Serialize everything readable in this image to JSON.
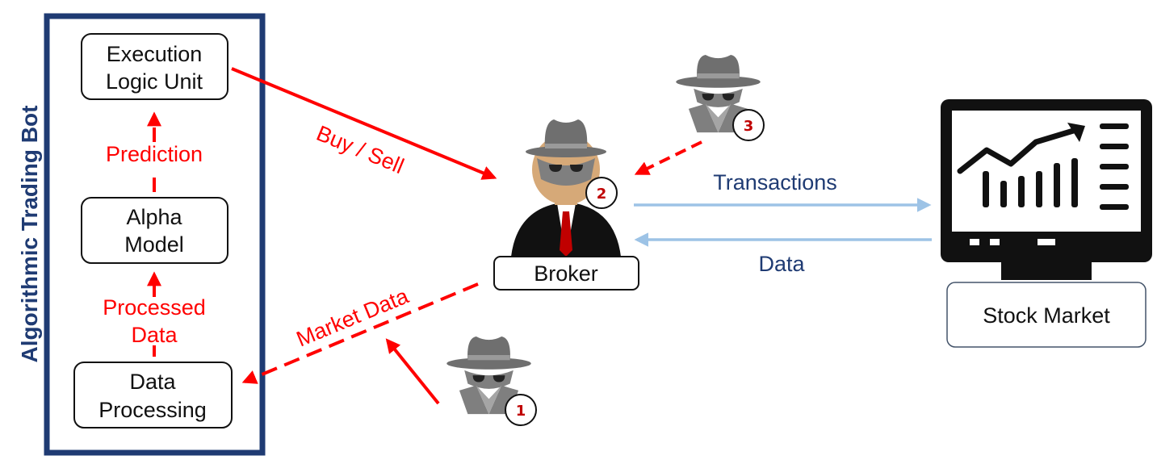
{
  "bot": {
    "title": "Algorithmic Trading Bot",
    "execution_line1": "Execution",
    "execution_line2": "Logic Unit",
    "prediction": "Prediction",
    "alpha_line1": "Alpha",
    "alpha_line2": "Model",
    "processed_line1": "Processed",
    "processed_line2": "Data",
    "data_proc_line1": "Data",
    "data_proc_line2": "Processing"
  },
  "flows": {
    "buy_sell": "Buy / Sell",
    "market_data": "Market Data",
    "transactions": "Transactions",
    "data": "Data"
  },
  "broker": {
    "label": "Broker"
  },
  "market": {
    "label": "Stock Market"
  },
  "attackers": {
    "one": "1",
    "two": "2",
    "three": "3"
  },
  "colors": {
    "navy": "#1f3b73",
    "attack_red": "#ff0000",
    "light_blue": "#9dc3e6",
    "badge_red": "#c00000",
    "hat_gray": "#6f6f6f"
  },
  "icons": {
    "attacker": "spy-hacker-icon",
    "broker": "broker-person-icon",
    "market": "monitor-chart-icon"
  }
}
